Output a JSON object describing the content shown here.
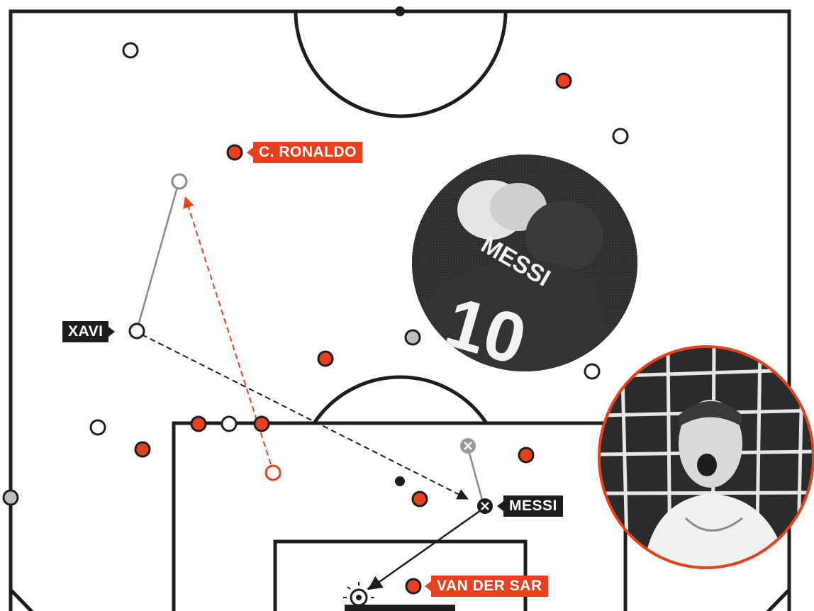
{
  "labels": {
    "ronaldo": "C. RONALDO",
    "xavi": "XAVI",
    "messi": "MESSI",
    "van_der_sar": "VAN DER SAR"
  },
  "photos": {
    "top": {
      "shirt_name": "MESSI",
      "shirt_number": "10"
    }
  },
  "colors": {
    "accent": "#e8411f",
    "ink": "#1d1d1d",
    "grey": "#bdbdbd"
  }
}
